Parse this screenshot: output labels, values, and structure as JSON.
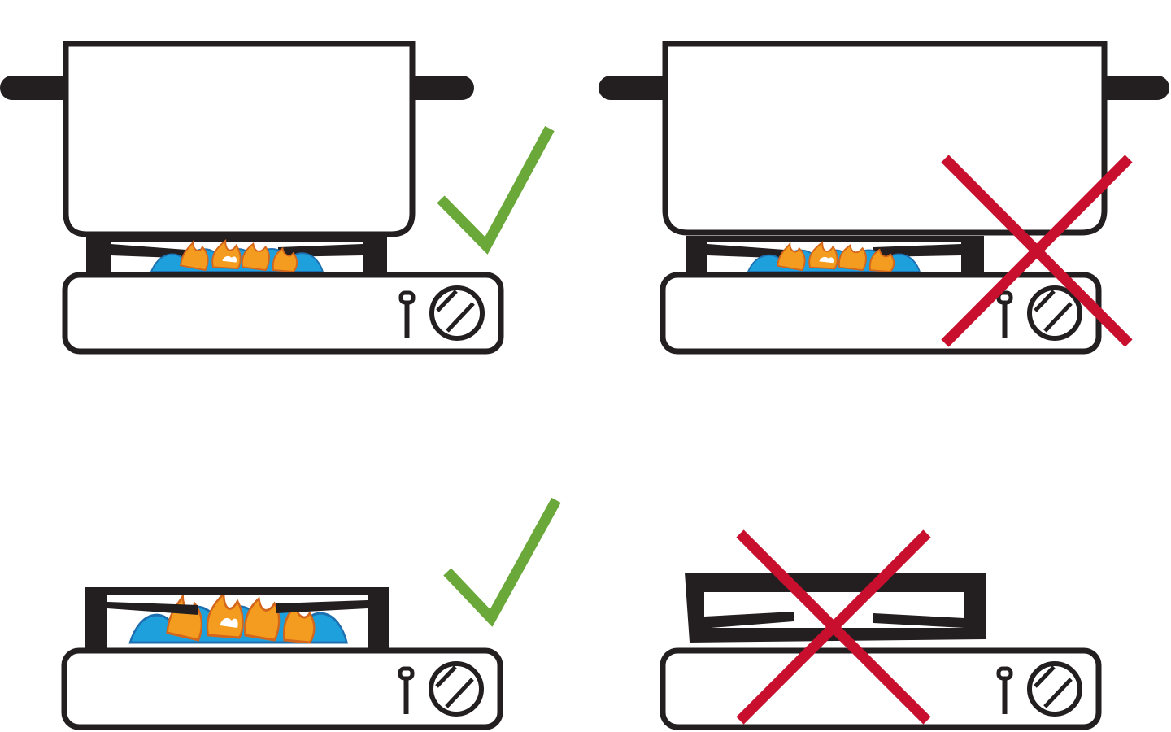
{
  "colors": {
    "outline": "#231f20",
    "background": "#ffffff",
    "flame_blue": "#1ea0dc",
    "flame_orange": "#f39c1f",
    "flame_outline": "#d4661c",
    "check": "#6aa83a",
    "cross": "#c8102e"
  },
  "panels": [
    {
      "id": "pot-on-stove-correct",
      "verdict": "correct",
      "mark_icon": "check-icon"
    },
    {
      "id": "oversized-pot-on-stove-wrong",
      "verdict": "wrong",
      "mark_icon": "cross-icon"
    },
    {
      "id": "grate-normal-orientation-correct",
      "verdict": "correct",
      "mark_icon": "check-icon"
    },
    {
      "id": "grate-upside-down-wrong",
      "verdict": "wrong",
      "mark_icon": "cross-icon"
    }
  ]
}
